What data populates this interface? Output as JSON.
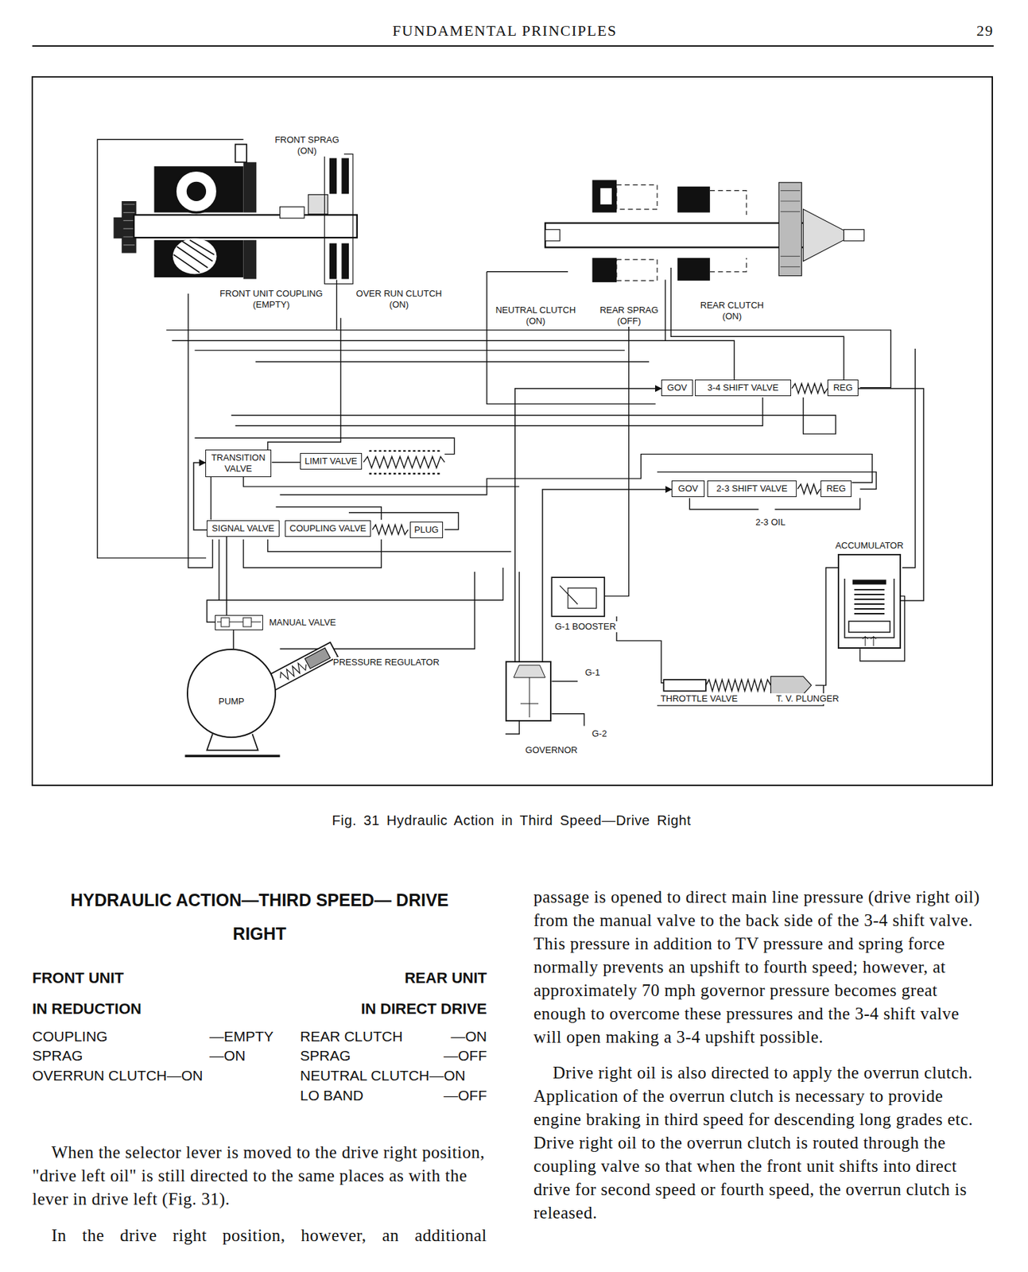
{
  "diagram": {
    "caption": "Fig. 31 Hydraulic Action in Third Speed—Drive Right",
    "nodes": [
      {
        "text": [
          "TRANSITION VALVE"
        ]
      },
      {
        "text": [
          "LIMIT VALVE"
        ]
      },
      {
        "text": [
          "SIGNAL VALVE"
        ]
      },
      {
        "text": [
          "COUPLING VALVE"
        ]
      },
      {
        "text": [
          "PLUG"
        ]
      },
      {
        "text": [
          "GOV"
        ]
      },
      {
        "text": [
          "3-4 SHIFT VALVE"
        ]
      },
      {
        "text": [
          "REG"
        ]
      },
      {
        "text": [
          "GOV"
        ]
      },
      {
        "text": [
          "2-3 SHIFT VALVE"
        ]
      },
      {
        "text": [
          "REG"
        ]
      },
      {
        "text": [
          "ACCUMULATOR"
        ]
      },
      {
        "text": [
          "PUMP"
        ]
      },
      {
        "text": [
          "GOVERNOR"
        ]
      },
      {
        "text": [
          "MANUAL VALVE"
        ]
      }
    ],
    "edges": [
      {
        "from": 12,
        "to": 14,
        "arrow": "none"
      },
      {
        "from": 14,
        "to": 2,
        "arrow": "none"
      },
      {
        "from": 2,
        "to": 0,
        "arrow": "to"
      },
      {
        "from": 13,
        "to": 5,
        "arrow": "to"
      },
      {
        "from": 13,
        "to": 8,
        "arrow": "to"
      },
      {
        "from": 11,
        "to": 7,
        "arrow": "none"
      }
    ],
    "labels": [
      "FUNDAMENTAL PRINCIPLES",
      "29",
      "FRONT SPRAG (ON)",
      "FRONT UNIT COUPLING (EMPTY)",
      "OVER RUN CLUTCH (ON)",
      "NEUTRAL CLUTCH (ON)",
      "REAR SPRAG (OFF)",
      "REAR CLUTCH (ON)",
      "2-3 OIL",
      "PRESSURE REGULATOR",
      "G-1 BOOSTER",
      "G-1",
      "G-2",
      "THROTTLE VALVE",
      "T. V. PLUNGER",
      "HYDRAULIC ACTION—THIRD SPEED— DRIVE RIGHT",
      "FRONT UNIT",
      "REAR UNIT",
      "IN REDUCTION",
      "IN DIRECT DRIVE",
      "COUPLING",
      "—EMPTY",
      "SPRAG",
      "—ON",
      "OVERRUN CLUTCH—ON",
      "REAR CLUTCH",
      "—ON",
      "SPRAG",
      "—OFF",
      "NEUTRAL CLUTCH—ON",
      "LO BAND",
      "—OFF",
      "When the selector lever is moved to the drive right position, \"drive left oil\" is still directed to the same places as with the lever in drive left (Fig. 31).",
      "In the drive right position, however, an additional",
      "passage is opened to direct main line pressure (drive right oil) from the manual valve to the back side of the 3-4 shift valve. This pressure in addition to TV pressure and spring force normally prevents an upshift to fourth speed; however, at approximately 70 mph governor pressure becomes great enough to overcome these pressures and the 3-4 shift valve will open making a 3-4 upshift possible.",
      "Drive right oil is also directed to apply the overrun clutch. Application of the overrun clutch is necessary to provide engine braking in third speed for descending long grades etc. Drive right oil to the overrun clutch is routed through the coupling valve so that when the front unit shifts into direct drive for second speed or fourth speed, the overrun clutch is released."
    ]
  }
}
